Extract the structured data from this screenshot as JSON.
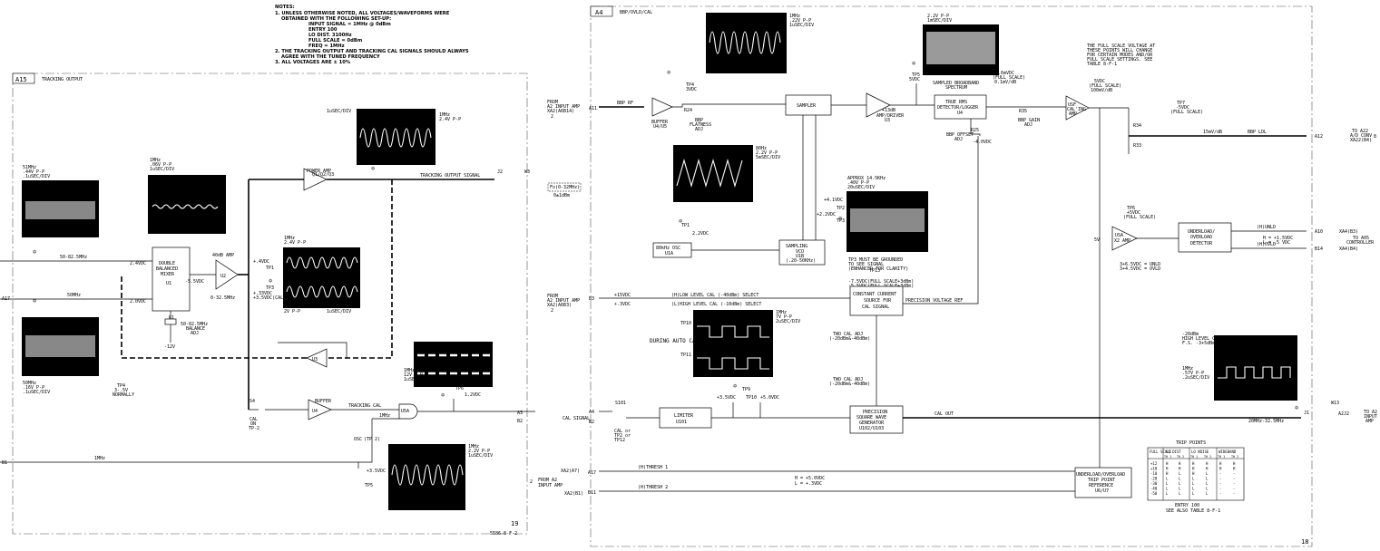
{
  "notes": {
    "heading": "NOTES:",
    "l1": "1. UNLESS OTHERWISE NOTED, ALL VOLTAGES/WAVEFORMS WERE",
    "l2": "OBTAINED WITH THE FOLLOWING SET-UP:",
    "l3": "INPUT SIGNAL = 1MHz @ 0dBm",
    "l4": "ENTRY 100",
    "l5": "LO DIST. 3100Hz",
    "l6": "FULL SCALE = 0dBm",
    "l7": "FREQ = 1MHz",
    "l8": "2. THE TRACKING OUTPUT AND TRACKING CAL SIGNALS SHOULD ALWAYS",
    "l9": "AGREE WITH THE TUNED FREQUENCY",
    "l10": "3. ALL VOLTAGES ARE ± 10%"
  },
  "a15": {
    "tag": "A15",
    "title": "TRACKING OUTPUT",
    "sheet": "19",
    "drawing_no": "5586-8-F-2",
    "freq_in1": "50-82.5MHz",
    "freq_in2": "50MHz",
    "v_2_4": "2.4VDC",
    "v_2_0": "2.0VDC",
    "mixer1": "DOUBLE",
    "mixer2": "BALANCED",
    "mixer3": "MIXER",
    "mixer_ref": "U1",
    "mixer_v": "-5.5VDC",
    "r1": "R1",
    "r1_label1": "50-82.5MHz",
    "r1_label2": "BALANCE",
    "r1_label3": "ADJ",
    "neg12": "-12V",
    "amp40": "40dB AMP",
    "u2": "U2",
    "range": "0-32.5MHz",
    "v_p4": "+.4VDC",
    "v_p33": "+.33VDC",
    "v_p33b": "+3.5VDC(CAL)",
    "tp1": "TP1",
    "tp3": "TP3",
    "tp2": "TP2",
    "tp2_v": "+0.4VDC",
    "power_amp": "POWER AMP",
    "power_refs": "Q1/Q2/Q3",
    "track_out": "TRACKING OUTPUT SIGNAL",
    "j2": "J2",
    "w3": "W3",
    "fo": "Fo(0-32MHz)",
    "fo2": "0±1dBm",
    "u3": "U3",
    "tp4": "TP4",
    "tp4_v1": "3-.5V",
    "tp4_v2": "NORMALLY",
    "s4": "S4",
    "cal_on": "CAL",
    "cal_on2": "ON",
    "cal_on3": "TP-2",
    "buffer": "BUFFER",
    "u4": "U4",
    "track_cal": "TRACKING CAL",
    "u5a": "U5A",
    "tp6": "TP6",
    "tp6_v": "1.2VDC",
    "a3": "A3",
    "b2": "B2",
    "osc": "OSC",
    "tp_2": "(TP 2)",
    "tp5": "TP5",
    "tp5_v": "+3.5VDC",
    "onemhz": "1MHz",
    "b1": "B1",
    "onemhz_line": "1MHz",
    "e1": "E1"
  },
  "a4": {
    "tag": "A4",
    "title": "BBP/OVLD/CAL",
    "sheet": "18",
    "from1": "FROM",
    "from2": "A2 INPUT AMP",
    "from3": "XA2(A6B14)",
    "from4": "2",
    "a11": "A11",
    "bbp_rf": "BBP RF",
    "buffer": "BUFFER",
    "u4u5": "U4/U5",
    "tp4": "TP4",
    "tp4_v": "3VDC",
    "r24": "R24",
    "flatness1": "BBP",
    "flatness2": "FLATNESS",
    "flatness3": "ADJ",
    "sampler": "SAMPLER",
    "amp_drv1": "+13dB",
    "amp_drv2": "AMP/DRIVER",
    "amp_drv3": "U3",
    "tp5": "TP5",
    "tp5_v": "5VDC",
    "sampled1": "SAMPLED BROADBAND",
    "sampled2": "SPECTRUM",
    "rms1": "TRUE RMS",
    "rms2": "DETECTOR/LOGGER",
    "rms3": "U4",
    "r35": "R35",
    "r35_1": "BBP GAIN",
    "r35_2": "ADJ",
    "r25": "R25",
    "r25_1": "BBP OFFSET",
    "r25_2": "ADJ",
    "v_neg4": "-4.0VDC",
    "v_46": "+4.6mVDC",
    "v_46b": "(FULL SCALE)",
    "v_46c": "0.1mV/dB",
    "usf": "USF",
    "usf2": "CAL'ING",
    "usf3": "AMP",
    "v_5": "5VDC",
    "v_5b": "(FULL SCALE)",
    "v_5c": "100mV/dB",
    "fsnote1": "THE FULL SCALE VOLTAGE AT",
    "fsnote2": "THESE POINTS WILL CHANGE",
    "fsnote3": "FOR CERTAIN MODES AND/OR",
    "fsnote4": "FULL SCALE SETTINGS. SEE",
    "fsnote5": "TABLE 8-F-1",
    "r34": "R34",
    "r33": "R33",
    "tp7": "TP7",
    "tp7_v": "-5VDC",
    "tp7_v2": "(FULL SCALE)",
    "bbp_ldl": "BBP LDL",
    "mvdb": "15mV/dB",
    "a12": "A12",
    "to1": "TO A22",
    "to2": "A/D CONV",
    "to3": "XA22(B4)",
    "to4": "8",
    "osc": "80kHz OSC",
    "u1a": "U1A",
    "tp1": "TP1",
    "tp1_v": "2.2VDC",
    "vco1": "SAMPLING",
    "vco2": "VCO",
    "vco3": "U1B",
    "vco4": "(.20-50KHz)",
    "tp2": "TP2",
    "v_41": "+4.1VDC",
    "v_22": "+2.2VDC",
    "tp3": "TP3",
    "tp3_note1": "TP3 MUST BE GROUNDED",
    "tp3_note2": "TO SEE SIGNAL",
    "tp3_note3": "(ENHANCED FOR CLARITY)",
    "fsv1": "-7.5VDC(FULL SCALE+3dBm)",
    "fsv2": "-5.5VDC(FULL SCALE+3dBm)",
    "tp13": "TP13",
    "ccs1": "CONSTANT CURRENT",
    "ccs2": "SOURCE FOR",
    "ccs3": "CAL SIGNAL",
    "pvr": "PRECISION VOLTAGE REF",
    "from_b1": "FROM",
    "from_b2": "A2 INPUT AMP",
    "from_b3": "XA2(A6B3)",
    "from_b4": "2",
    "b3": "B3",
    "v_15": "+15VDC",
    "v_3": "+.3VDC",
    "hlc": "(H)LOW LEVEL CAL (-40dBm) SELECT",
    "llc": "(L)HIGH LEVEL CAL (-10dBm) SELECT",
    "tp10": "TP10",
    "tp11": "TP11",
    "auto_cal": "DURING AUTO CAL",
    "two_cal1": "TWO CAL ADJ",
    "two_cal2": "(-20dBm&-40dBm)",
    "two_cal3": "TWO CAL ADJ",
    "two_cal4": "(-20dBm&-40dBm)",
    "tp9": "TP9",
    "v_35a": "+3.5VDC",
    "v_35b": "+5.0VDC",
    "tp12": "TP12",
    "a4pin": "A4",
    "b2pin": "B2",
    "cal_signal": "CAL SIGNAL",
    "s101": "S101",
    "cal_or1": "CAL or",
    "cal_or2": "TP2 or",
    "cal_or3": "TP12",
    "limiter1": "LIMITER",
    "limiter2": "U101",
    "psw1": "PRECISION",
    "psw2": "SQUARE WAVE",
    "psw3": "GENERATOR",
    "psw4": "U102/U103",
    "cal_out": "CAL OUT",
    "cal_range": "20MHz-32.5MHz",
    "j1": "J1",
    "w13": "W13",
    "to_a2_1": "TO A2",
    "to_a2_2": "INPUT",
    "to_a2_3": "AMP",
    "a2j2": "A2J2",
    "hl1": "-20dBm",
    "hl2": "HIGH LEVEL CAL",
    "hl3": "F.S. -3+5dBm",
    "tp6": "TP6",
    "tp6_v": "+5VDC",
    "tp6_v2": "(FULL SCALE)",
    "usa": "USA",
    "usa2": "X2 AMP",
    "v_5v": "5V",
    "ud1": "UNDERLOAD/",
    "ud2": "OVERLOAD",
    "ud3": "DETECTOR",
    "undl": "(H)UNLD",
    "ovld": "(H)OVLD",
    "undl_v1": "H = +1.5VDC",
    "undl_v2": "L = .5 VDC",
    "a10": "A10",
    "b14": "B14",
    "xa": "XA4(B3)",
    "xb": "XA4(B4)",
    "to_ctrl1": "TO A05",
    "to_ctrl2": "CONTROLLER",
    "ovld_v1": "3+6.5VDC = UNLD",
    "ovld_v2": "3+4.5VDC = OVLD",
    "thresh1": "(H)THRESH 1",
    "thresh2": "(H)THRESH 2",
    "thresh_v1": "H = +5.0VDC",
    "thresh_v2": "L = +.3VDC",
    "a17": "A17",
    "b11": "B11",
    "xa2a": "XA2(A7)",
    "xa2b": "XA2(B1)",
    "from_c1": "FROM A2",
    "from_c2": "INPUT AMP",
    "from_c3": "2",
    "trip1": "UNDERLOAD/OVERLOAD",
    "trip2": "TRIP POINT",
    "trip3": "REFERENCE",
    "trip4": "U6/U7",
    "table_title": "TRIP POINTS",
    "table_entry": "ENTRY 100",
    "table_see": "SEE ALSO TABLE 8-F-1"
  },
  "scopes": {
    "s1": {
      "l1": "51MHz",
      "l2": ".44V P-P",
      "l3": ".1uSEC/DIV"
    },
    "s2": {
      "l1": "1MHz",
      "l2": ".06V P-P",
      "l3": "1uSEC/DIV"
    },
    "s3": {
      "l1": "1MHz",
      "l2": "2.4V P-P",
      "l3": "1uSEC/DIV"
    },
    "s4": {
      "l1": "1MHz",
      "l2": "2.4V P-P",
      "l3": ""
    },
    "s4b": {
      "l1": "1MHz",
      "l2": "2V P-P",
      "l3": "1uSEC/DIV"
    },
    "s5": {
      "l1": "50MHz",
      "l2": ".16V P-P",
      "l3": ".1uSEC/DIV"
    },
    "s6": {
      "l1": "1MHz",
      "l2": "12V P-P",
      "l3": "1uSEC/DIV"
    },
    "s7": {
      "l1": "1MHz",
      "l2": "2.2V P-P",
      "l3": "1uSEC/DIV"
    },
    "s8": {
      "l1": "1MHz",
      "l2": ".22V P-P",
      "l3": "1uSEC/DIV"
    },
    "s9": {
      "l1": "2.2V P-P",
      "l2": "1mSEC/DIV",
      "l3": ""
    },
    "s10": {
      "l1": "80Hz",
      "l2": "2.2V P-P",
      "l3": "5mSEC/DIV"
    },
    "s11": {
      "l1": "APPROX 14.5KHz",
      "l2": ".40V P-P",
      "l3": "20uSEC/DIV"
    },
    "s12": {
      "l1": "1MHz",
      "l2": "7V P-P",
      "l3": "2uSEC/DIV"
    },
    "s13": {
      "l1": "1MHz",
      "l2": ".57V P-P",
      "l3": ".2uSEC/DIV"
    }
  },
  "trip_table": {
    "headers": [
      "FULL SCALE",
      "LO DIST",
      "LO NOISE",
      "WIDEBAND"
    ],
    "sub": [
      "TH 1",
      "TH 2",
      "TH 1",
      "TH 2",
      "TH 1",
      "TH 2"
    ],
    "rows": [
      [
        "+12",
        "H",
        "H",
        "H",
        "H",
        "H",
        "H"
      ],
      [
        "+10",
        "H",
        "H",
        "H",
        "H",
        "H",
        "H"
      ],
      [
        "-10",
        "H",
        "L",
        "H",
        "L",
        "-",
        "-"
      ],
      [
        "-20",
        "L",
        "L",
        "L",
        "L",
        "-",
        "-"
      ],
      [
        "-30",
        "L",
        "L",
        "L",
        "L",
        "-",
        "-"
      ],
      [
        "-40",
        "L",
        "L",
        "L",
        "L",
        "-",
        "-"
      ],
      [
        "-50",
        "L",
        "L",
        "L",
        "L",
        "-",
        "-"
      ]
    ]
  }
}
